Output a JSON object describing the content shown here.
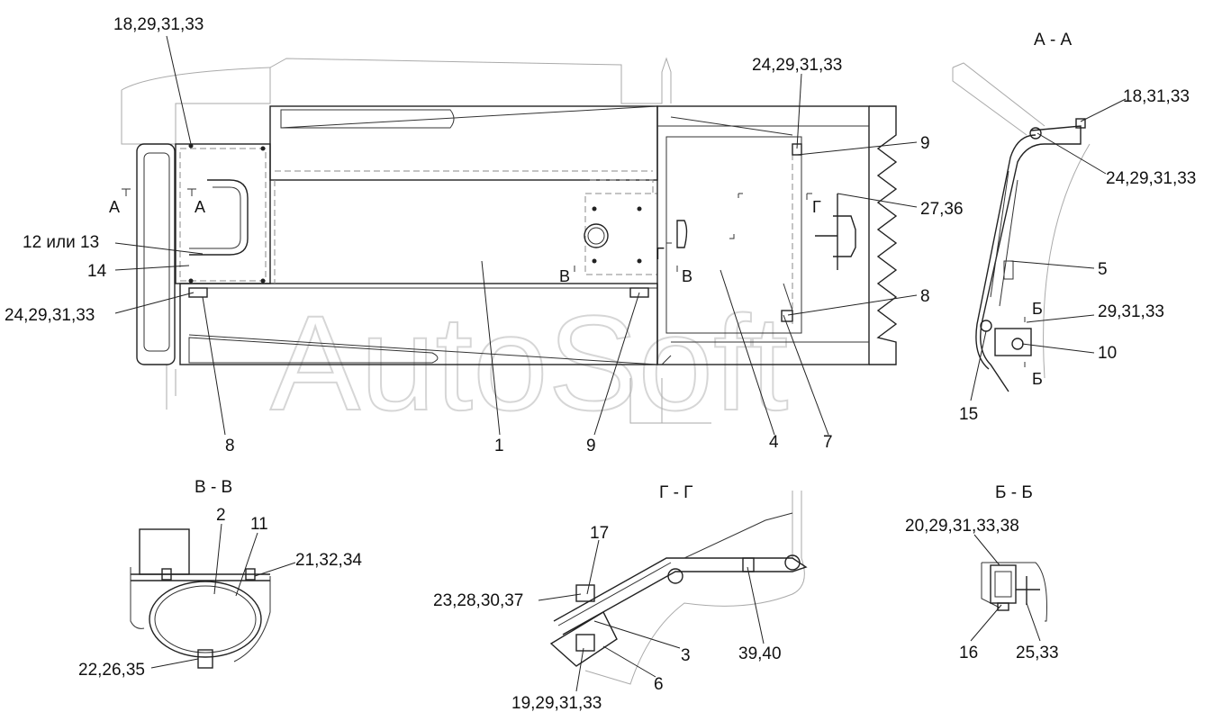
{
  "watermark": "AutoSoft",
  "section_titles": {
    "aa": "А - А",
    "bb": "Б - Б",
    "vv": "В - В",
    "gg": "Г - Г"
  },
  "section_marks": {
    "a_left": "А",
    "a_right": "А",
    "v_left": "В",
    "v_right": "В",
    "g_top": "Г",
    "g_mid": "Г",
    "b_top": "Б",
    "b_bottom": "Б"
  },
  "main_view_labels": {
    "l_18_29_31_33": "18,29,31,33",
    "l_12_or_13": "12 или 13",
    "l_14": "14",
    "l_24_left": "24,29,31,33",
    "l_8_bottom": "8",
    "l_1": "1",
    "l_9_bottom": "9",
    "l_4": "4",
    "l_7": "7",
    "l_24_top": "24,29,31,33",
    "l_9_right": "9",
    "l_27_36": "27,36",
    "l_8_right": "8"
  },
  "aa_labels": {
    "l_18_31_33": "18,31,33",
    "l_24_29_31_33": "24,29,31,33",
    "l_5": "5",
    "l_29_31_33": "29,31,33",
    "l_10": "10",
    "l_15": "15"
  },
  "vv_labels": {
    "l_2": "2",
    "l_11": "11",
    "l_21_32_34": "21,32,34",
    "l_22_26_35": "22,26,35"
  },
  "gg_labels": {
    "l_17": "17",
    "l_23_28_30_37": "23,28,30,37",
    "l_3": "3",
    "l_6": "6",
    "l_19_29_31_33": "19,29,31,33",
    "l_39_40": "39,40"
  },
  "bb_labels": {
    "l_20_29_31_33_38": "20,29,31,33,38",
    "l_16": "16",
    "l_25_33": "25,33"
  }
}
